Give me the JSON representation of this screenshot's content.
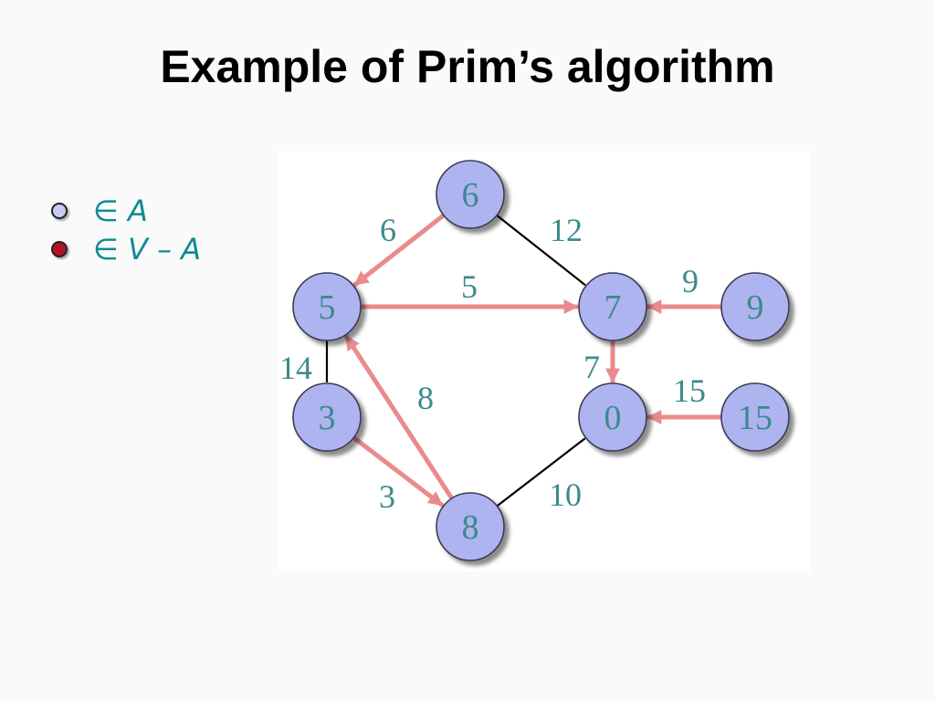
{
  "title": "Example of Prim’s algorithm",
  "legend": [
    {
      "label": "∈ A",
      "color": "#c8caf2"
    },
    {
      "label": "∈ V – A",
      "color": "#b3112a"
    }
  ],
  "colors": {
    "node_fill": "#aeb4f0",
    "node_stroke": "#3b3b52",
    "tree_edge": "#e98b8d",
    "plain_edge": "#000000",
    "label_text": "#3c8a8c"
  },
  "graph": {
    "nodes": [
      {
        "id": "n6",
        "label": "6"
      },
      {
        "id": "n5",
        "label": "5"
      },
      {
        "id": "n7",
        "label": "7"
      },
      {
        "id": "n9",
        "label": "9"
      },
      {
        "id": "n3",
        "label": "3"
      },
      {
        "id": "n0",
        "label": "0"
      },
      {
        "id": "n15",
        "label": "15"
      },
      {
        "id": "n8",
        "label": "8"
      }
    ],
    "edges": [
      {
        "from": "n6",
        "to": "n5",
        "weight": "6",
        "in_tree": true
      },
      {
        "from": "n6",
        "to": "n7",
        "weight": "12",
        "in_tree": false
      },
      {
        "from": "n5",
        "to": "n7",
        "weight": "5",
        "in_tree": true
      },
      {
        "from": "n9",
        "to": "n7",
        "weight": "9",
        "in_tree": true
      },
      {
        "from": "n5",
        "to": "n3",
        "weight": "14",
        "in_tree": false
      },
      {
        "from": "n8",
        "to": "n5",
        "weight": "8",
        "in_tree": true
      },
      {
        "from": "n7",
        "to": "n0",
        "weight": "7",
        "in_tree": true
      },
      {
        "from": "n15",
        "to": "n0",
        "weight": "15",
        "in_tree": true
      },
      {
        "from": "n3",
        "to": "n8",
        "weight": "3",
        "in_tree": true
      },
      {
        "from": "n8",
        "to": "n0",
        "weight": "10",
        "in_tree": false
      }
    ]
  }
}
